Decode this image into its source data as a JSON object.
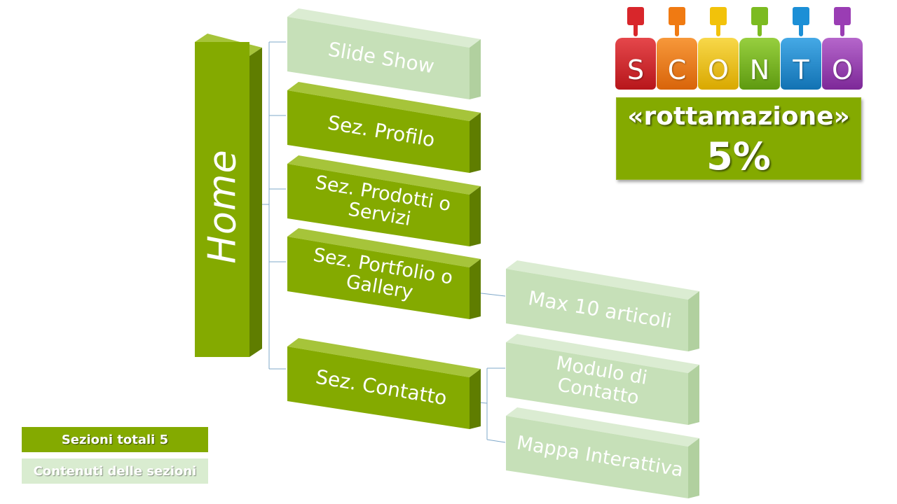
{
  "diagram": {
    "root": {
      "label": "Home"
    },
    "sections": [
      {
        "label": "Slide Show",
        "style": "light"
      },
      {
        "label": "Sez. Profilo",
        "style": "dark"
      },
      {
        "label": "Sez. Prodotti o Servizi",
        "style": "dark"
      },
      {
        "label": "Sez. Portfolio o Gallery",
        "style": "dark"
      },
      {
        "label": "Sez. Contatto",
        "style": "dark"
      }
    ],
    "contents": [
      {
        "label": "Max 10 articoli",
        "parent": "Sez. Portfolio o Gallery"
      },
      {
        "label": "Modulo di Contatto",
        "parent": "Sez. Contatto"
      },
      {
        "label": "Mappa Interattiva",
        "parent": "Sez. Contatto"
      }
    ]
  },
  "promo": {
    "letters": [
      "S",
      "C",
      "O",
      "N",
      "T",
      "O"
    ],
    "jar_colors": [
      "#d8262b",
      "#f07a12",
      "#f2c20a",
      "#7cbb21",
      "#1c8fd6",
      "#9a3db4"
    ],
    "line1": "«rottamazione»",
    "line2": "5%"
  },
  "legend": {
    "total": "Sezioni totali 5",
    "contents": "Contenuti delle sezioni"
  },
  "colors": {
    "dark_green": "#84aa00",
    "light_green": "#c6e0b8",
    "connector": "#7fa8c9"
  }
}
